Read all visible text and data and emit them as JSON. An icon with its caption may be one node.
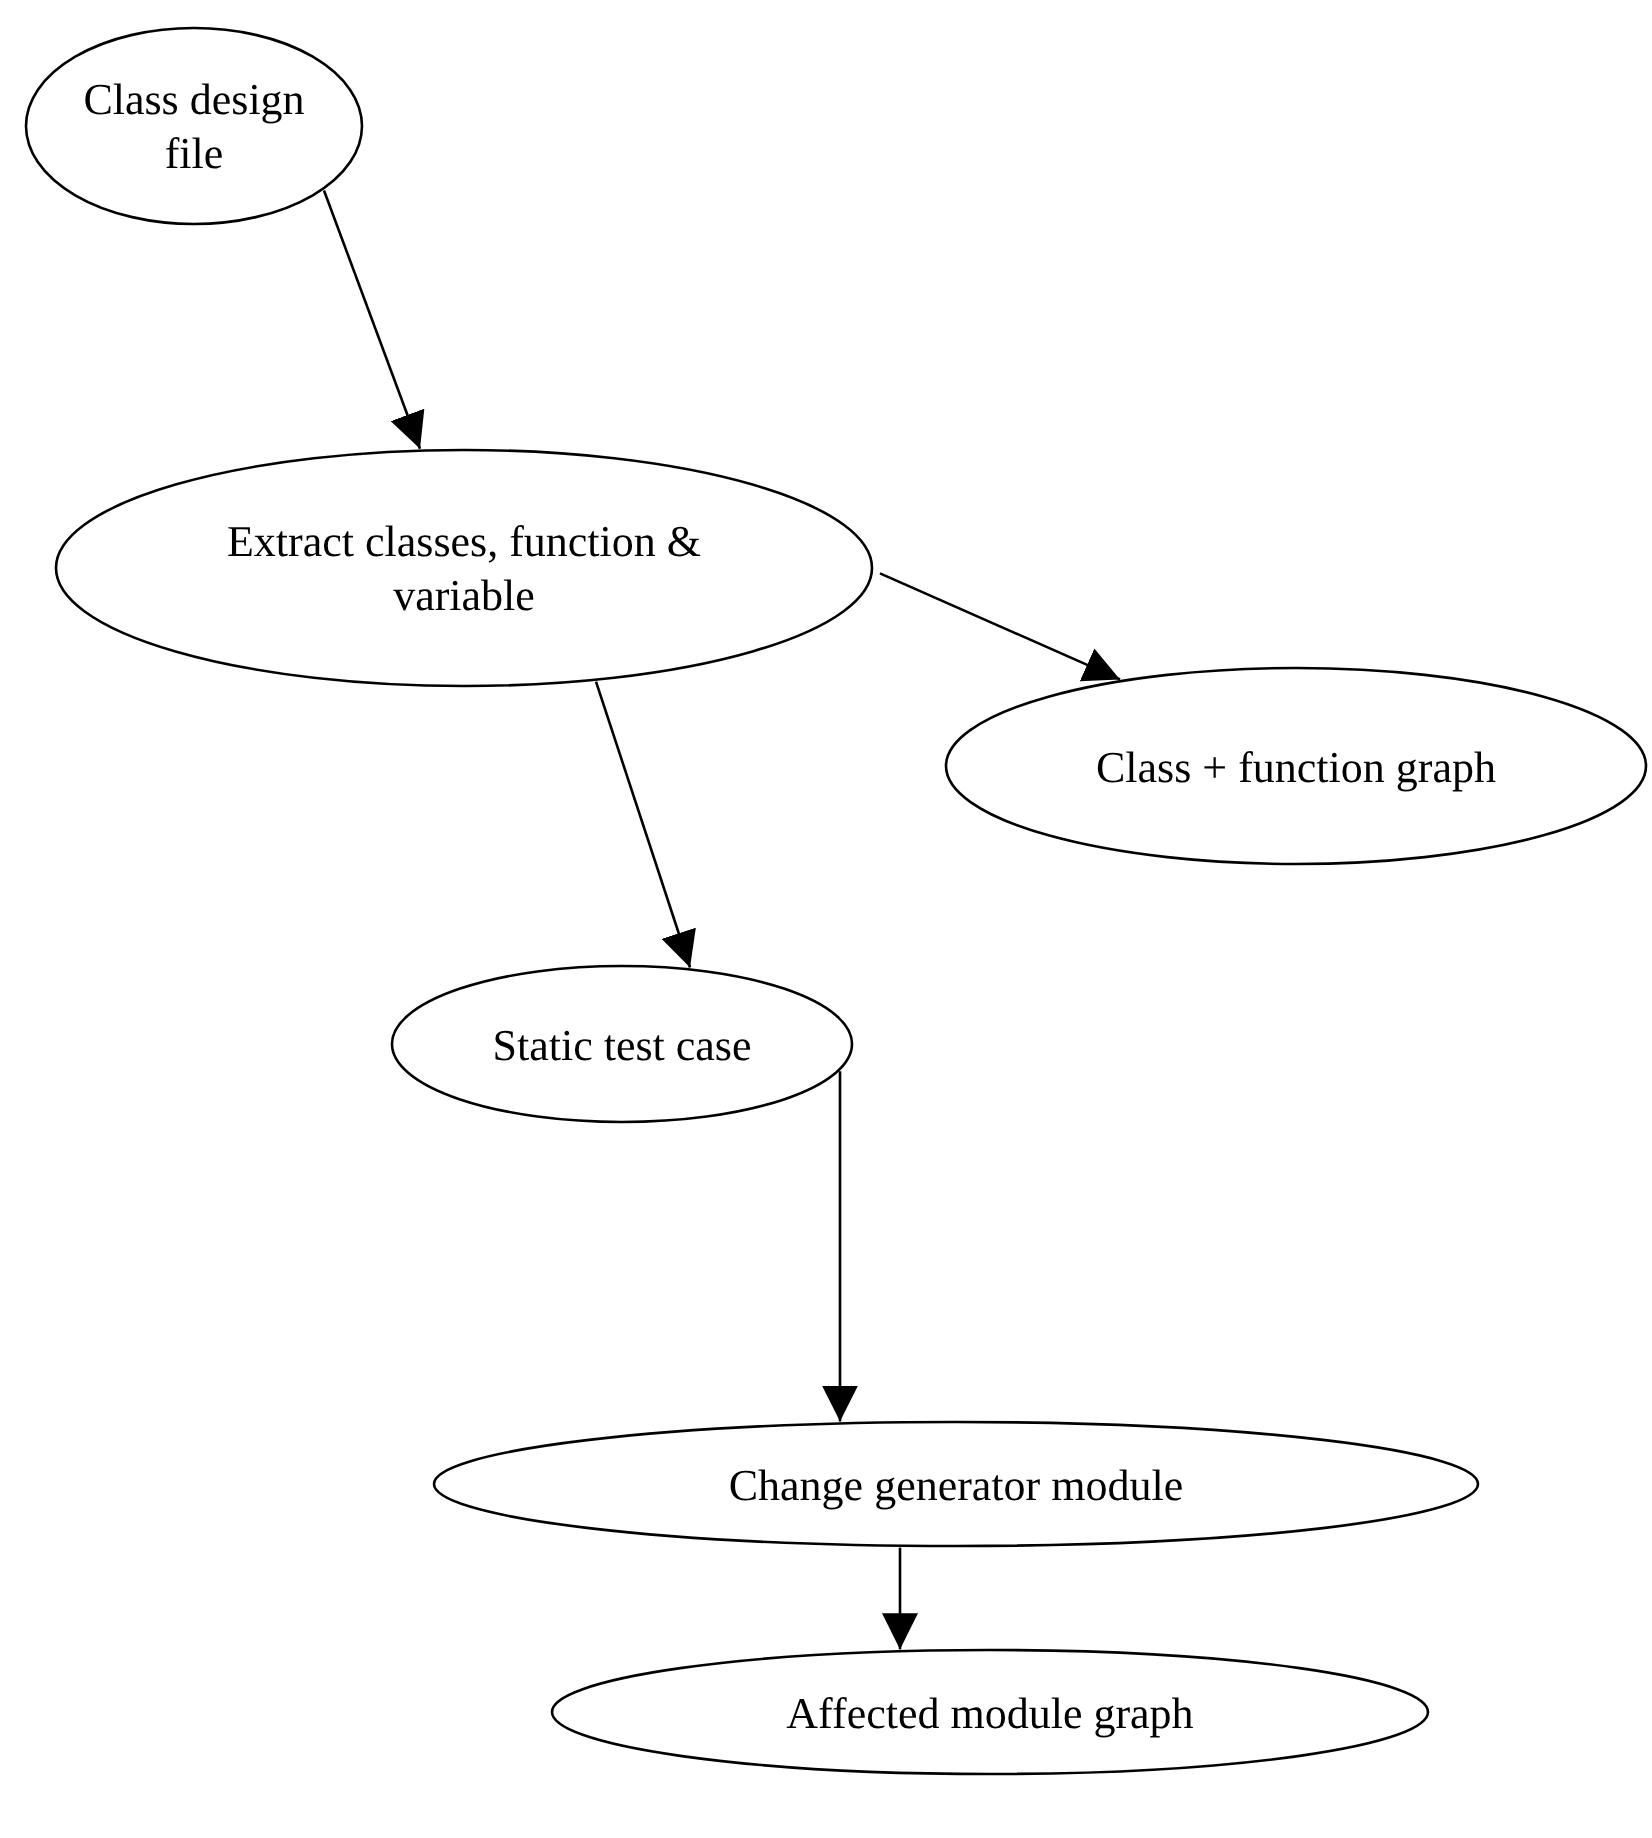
{
  "diagram": {
    "nodes": [
      {
        "text": [
          "Class design file"
        ]
      },
      {
        "text": [
          "Extract classes, function & variable"
        ]
      },
      {
        "text": [
          "Class + function graph"
        ]
      },
      {
        "text": [
          "Static test case"
        ]
      },
      {
        "text": [
          "Change generator module"
        ]
      },
      {
        "text": [
          "Affected module graph"
        ]
      }
    ],
    "edges": [
      {
        "from": 0,
        "to": 1,
        "arrow": "to"
      },
      {
        "from": 1,
        "to": 2,
        "arrow": "to"
      },
      {
        "from": 1,
        "to": 3,
        "arrow": "to"
      },
      {
        "from": 3,
        "to": 4,
        "arrow": "to"
      },
      {
        "from": 4,
        "to": 5,
        "arrow": "to"
      }
    ]
  }
}
